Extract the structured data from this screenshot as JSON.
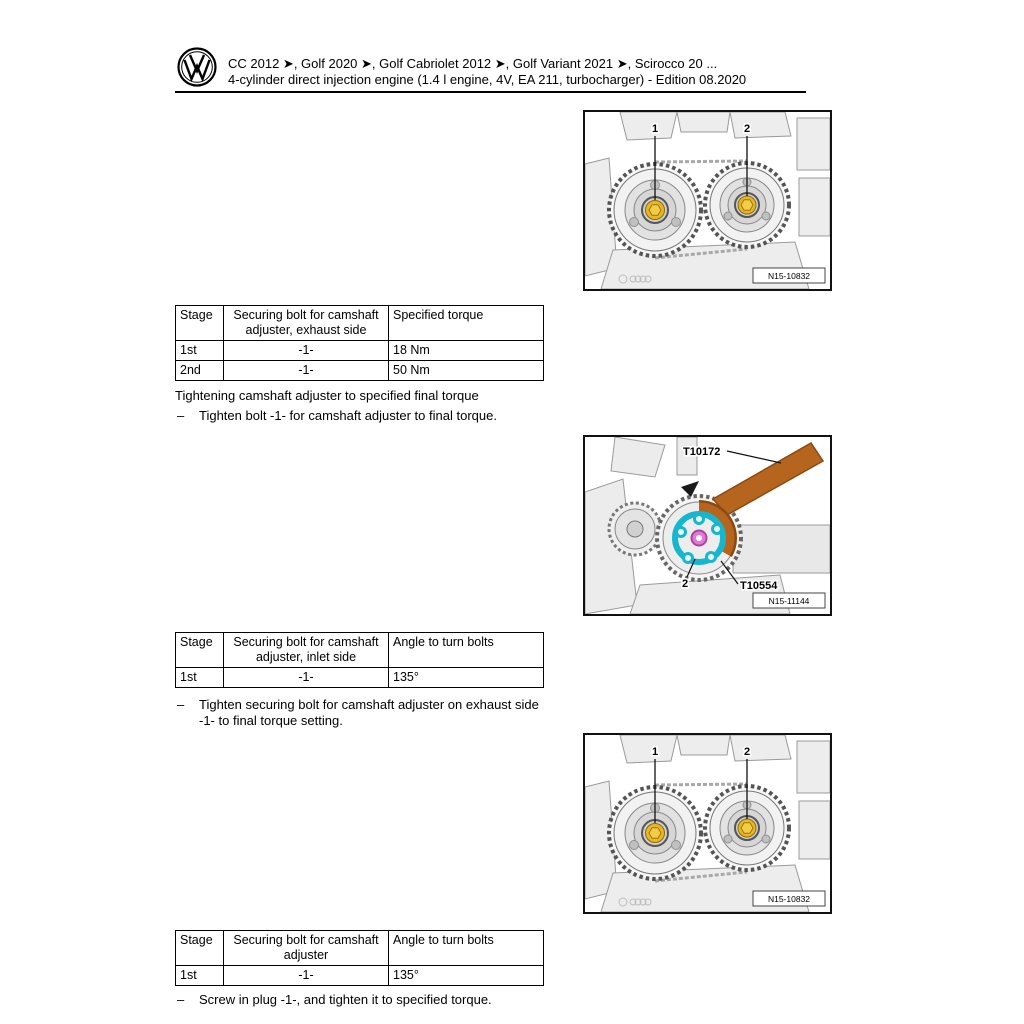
{
  "header": {
    "line1": "CC 2012 ➤, Golf 2020 ➤, Golf Cabriolet 2012 ➤, Golf Variant 2021 ➤, Scirocco 20 ...",
    "line2": "4-cylinder direct injection engine (1.4 l engine, 4V, EA 211, turbocharger) - Edition 08.2020"
  },
  "content": {
    "dash": "–",
    "heading1": "Tightening camshaft adjuster to specified final torque",
    "bullet1": "Tighten bolt -1- for camshaft adjuster to final torque.",
    "bullet2": "Tighten securing bolt for camshaft adjuster on exhaust side -1- to final torque setting.",
    "bullet3": "Screw in plug -1-, and tighten it to specified torque."
  },
  "tables": [
    {
      "headers": [
        "Stage",
        "Securing bolt for camshaft adjuster, exhaust side",
        "Specified torque"
      ],
      "rows": [
        [
          "1st",
          "-1-",
          "18 Nm"
        ],
        [
          "2nd",
          "-1-",
          "50 Nm"
        ]
      ]
    },
    {
      "headers": [
        "Stage",
        "Securing bolt for camshaft adjuster, inlet side",
        "Angle to turn bolts"
      ],
      "rows": [
        [
          "1st",
          "-1-",
          "135°"
        ]
      ]
    },
    {
      "headers": [
        "Stage",
        "Securing bolt for camshaft adjuster",
        "Angle to turn bolts"
      ],
      "rows": [
        [
          "1st",
          "-1-",
          "135°"
        ]
      ]
    }
  ],
  "figures": [
    {
      "ref": "N15-10832",
      "label1": "1",
      "label2": "2"
    },
    {
      "ref": "N15-11144",
      "tool_top": "T10172",
      "tool_bottom": "T10554",
      "label2": "2"
    },
    {
      "ref": "N15-10832",
      "label1": "1",
      "label2": "2"
    }
  ],
  "colors": {
    "bolt_yellow": "#e9b625",
    "tool_cyan": "#17b6cf",
    "tool_pink": "#e47ad8",
    "wrench_brown": "#b5651d"
  }
}
